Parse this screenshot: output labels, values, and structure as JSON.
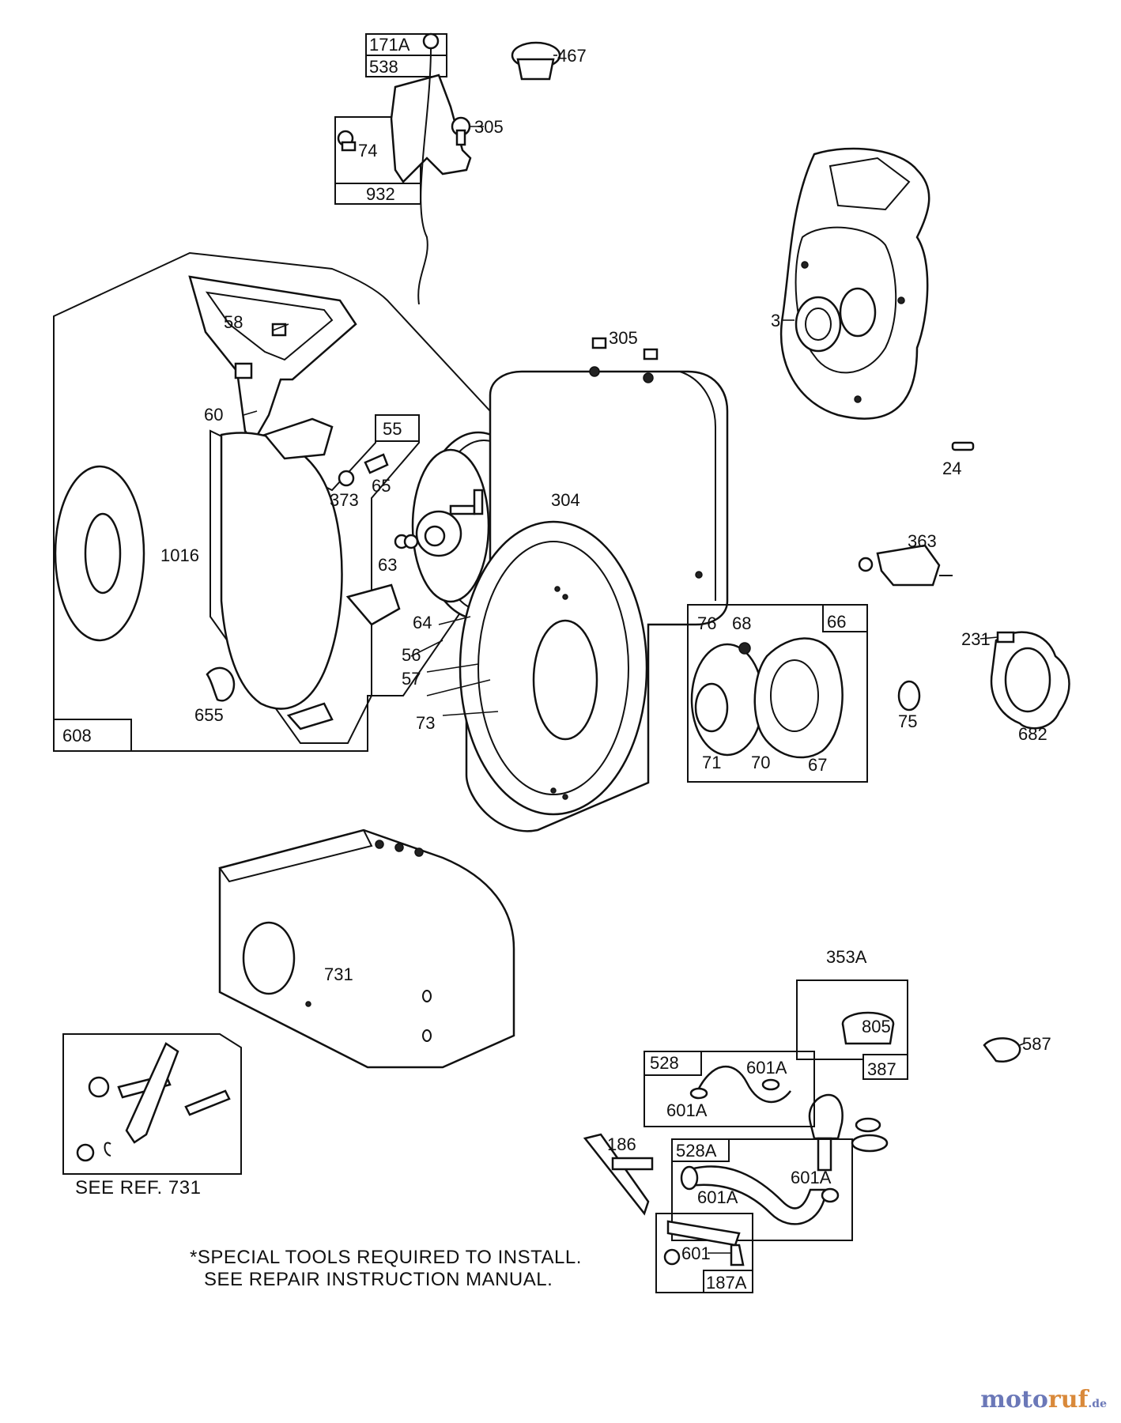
{
  "labels": {
    "p171a": "171A",
    "p538": "538",
    "p467": "467",
    "p305a": "305",
    "p74": "74",
    "p932": "932",
    "p3": "3",
    "p58": "58",
    "p60": "60",
    "p305b": "305",
    "p55": "55",
    "p65": "65",
    "p373": "373",
    "p304": "304",
    "p24": "24",
    "p1016": "1016",
    "p63": "63",
    "p363": "363",
    "p64": "64",
    "p56": "56",
    "p57": "57",
    "p76": "76",
    "p68": "68",
    "p66": "66",
    "p231": "231",
    "p655": "655",
    "p73": "73",
    "p75": "75",
    "p682": "682",
    "p608": "608",
    "p71": "71",
    "p70": "70",
    "p67": "67",
    "p353a": "353A",
    "p731": "731",
    "p805": "805",
    "p587": "587",
    "p387": "387",
    "p528": "528",
    "p601a_1": "601A",
    "p601a_2": "601A",
    "p186": "186",
    "p528a": "528A",
    "p601a_3": "601A",
    "p601a_4": "601A",
    "p601": "601",
    "p187a": "187A"
  },
  "notes": {
    "see_ref": "SEE REF. 731",
    "special_line1": "*SPECIAL TOOLS REQUIRED TO INSTALL.",
    "special_line2": "SEE REPAIR INSTRUCTION MANUAL."
  },
  "watermark": {
    "part1": "moto",
    "part2": "ruf",
    "suffix": ".de"
  }
}
